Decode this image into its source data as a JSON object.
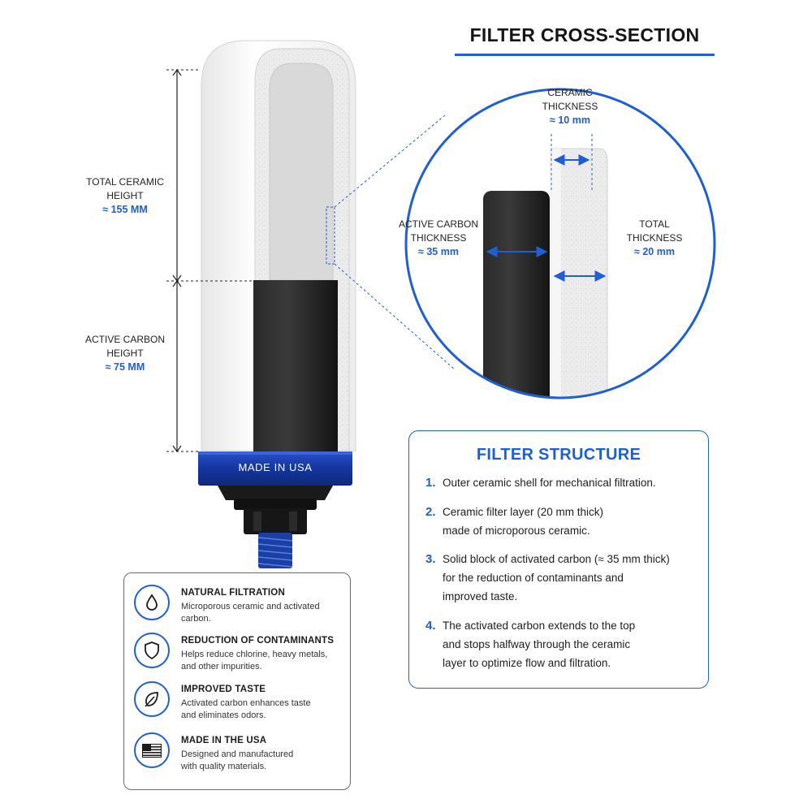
{
  "title": "FILTER CROSS-SECTION",
  "dimensions": {
    "ceramic_height": {
      "label_lines": [
        "TOTAL CERAMIC",
        "HEIGHT"
      ],
      "value": "≈ 155 mm"
    },
    "carbon_height": {
      "label_lines": [
        "ACTIVE CARBON",
        "HEIGHT"
      ],
      "value": "≈ 75 mm"
    }
  },
  "cap_text": "MADE IN USA",
  "cross_section": {
    "ceramic_thickness": {
      "label_lines": [
        "CERAMIC",
        "THICKNESS"
      ],
      "value": "≈ 10 mm"
    },
    "carbon_thickness": {
      "label_lines": [
        "ACTIVE CARBON",
        "THICKNESS"
      ],
      "value": "≈ 35 mm"
    },
    "total_thickness": {
      "label_lines": [
        "TOTAL",
        "THICKNESS"
      ],
      "value": "≈ 20 mm"
    }
  },
  "structure": {
    "title": "FILTER STRUCTURE",
    "steps": [
      {
        "num": "1.",
        "lines": [
          "Outer ceramic shell for mechanical filtration."
        ]
      },
      {
        "num": "2.",
        "lines": [
          "Ceramic filter layer (20 mm thick)",
          "made of microporous ceramic."
        ]
      },
      {
        "num": "3.",
        "lines": [
          "Solid block of activated carbon (≈ 35 mm thick)",
          "for the reduction of contaminants and",
          "improved taste."
        ]
      },
      {
        "num": "4.",
        "lines": [
          "The activated carbon extends to the top",
          "and stops halfway through the ceramic",
          "layer to optimize flow and filtration."
        ]
      }
    ]
  },
  "features": [
    {
      "icon": "water-drop-icon",
      "title": "NATURAL FILTRATION",
      "desc_lines": [
        "Microporous ceramic and activated",
        "carbon."
      ]
    },
    {
      "icon": "shield-icon",
      "title": "REDUCTION OF CONTAMINANTS",
      "desc_lines": [
        "Helps reduce chlorine, heavy metals,",
        "and other impurities."
      ]
    },
    {
      "icon": "leaf-icon",
      "title": "IMPROVED TASTE",
      "desc_lines": [
        "Activated carbon enhances taste",
        "and eliminates odors."
      ]
    },
    {
      "icon": "usa-flag-icon",
      "title": "MADE IN THE USA",
      "desc_lines": [
        "Designed and manufactured",
        "with quality materials."
      ]
    }
  ],
  "colors": {
    "accent": "#1f5fd1",
    "carbon": "#1e1e1e",
    "ceramic": "#f2f2f2",
    "cap": "#1a3fae"
  }
}
